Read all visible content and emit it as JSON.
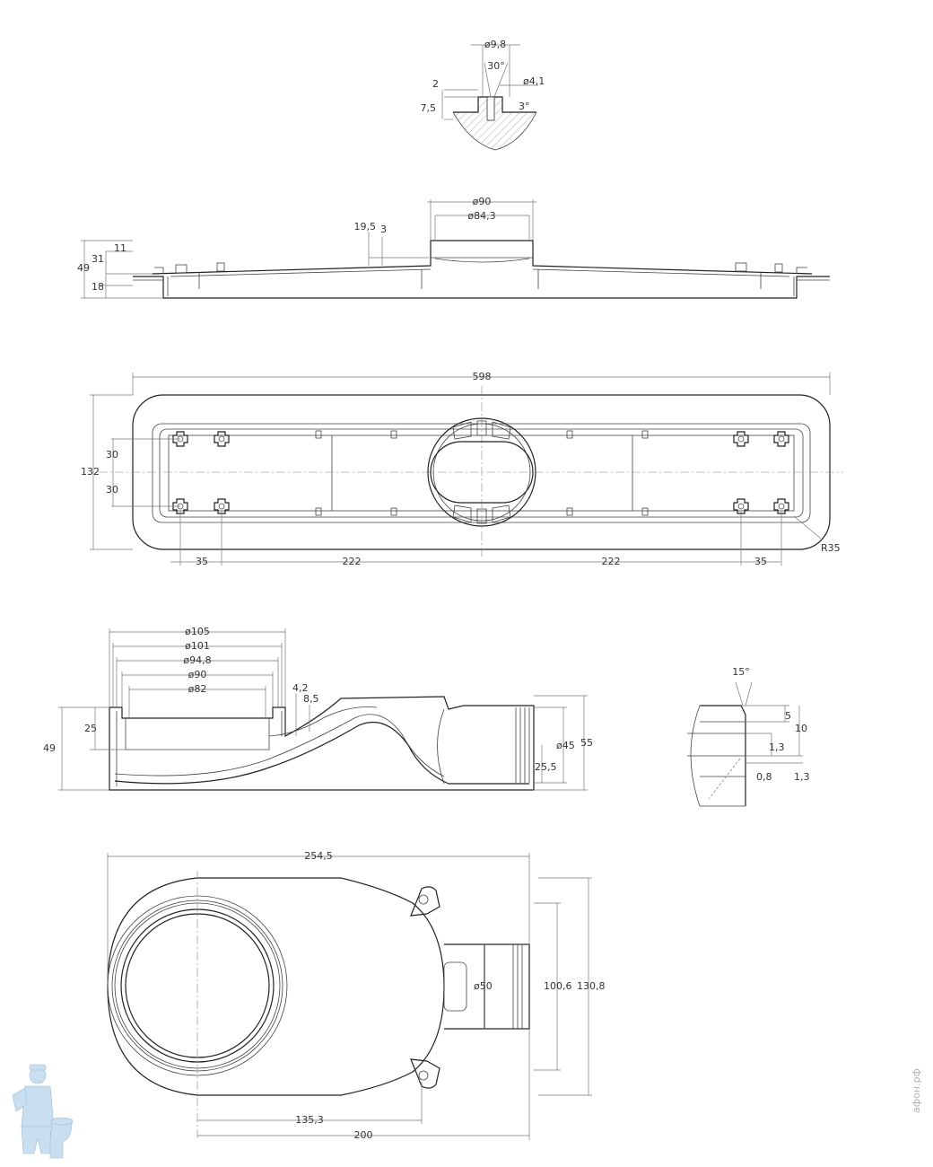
{
  "detail_top": {
    "d1": "ø9,8",
    "angle1": "30°",
    "d2": "ø4,1",
    "h1": "2",
    "h2": "7,5",
    "angle2": "3°"
  },
  "side_view": {
    "d1": "ø90",
    "d2": "ø84,3",
    "h1": "19,5",
    "h2": "3",
    "h_total": "49",
    "h_a": "31",
    "h_b": "11",
    "h_c": "18"
  },
  "top_view": {
    "length": "598",
    "width": "132",
    "half_a": "30",
    "half_b": "30",
    "edge_left": "35",
    "span_left": "222",
    "span_right": "222",
    "edge_right": "35",
    "radius": "R35"
  },
  "section_view": {
    "d1": "ø105",
    "d2": "ø101",
    "d3": "ø94,8",
    "d4": "ø90",
    "d5": "ø82",
    "t1": "4,2",
    "t2": "8,5",
    "h_total": "49",
    "h_upper": "25",
    "outlet": "ø45",
    "outlet_h": "25,5",
    "height": "55"
  },
  "detail_right": {
    "angle": "15°",
    "h1": "5",
    "h2": "10",
    "h3": "1,3",
    "h4": "0,8",
    "h5": "1,3"
  },
  "bottom_view": {
    "length": "254,5",
    "outlet": "ø50",
    "w1": "100,6",
    "w2": "130,8",
    "l1": "135,3",
    "l2": "200"
  },
  "watermark": "афон.рф"
}
